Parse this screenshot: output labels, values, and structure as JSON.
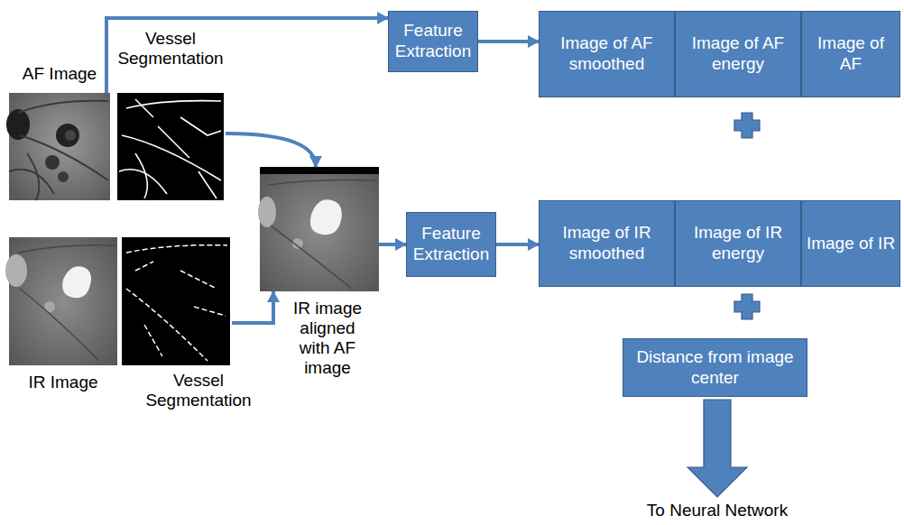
{
  "diagram": {
    "nodes": [
      {
        "text": [
          "AF Image"
        ]
      },
      {
        "text": [
          "Vessel Segmentation"
        ]
      },
      {
        "text": [
          "IR Image"
        ]
      },
      {
        "text": [
          "Vessel Segmentation"
        ]
      },
      {
        "text": [
          "IR image aligned with AF image"
        ]
      },
      {
        "text": [
          "Feature Extraction"
        ]
      },
      {
        "text": [
          "Feature Extraction"
        ]
      },
      {
        "text": [
          "Image of AF smoothed"
        ]
      },
      {
        "text": [
          "Image of AF energy"
        ]
      },
      {
        "text": [
          "Image of AF"
        ]
      },
      {
        "text": [
          "Image of IR smoothed"
        ]
      },
      {
        "text": [
          "Image of IR energy"
        ]
      },
      {
        "text": [
          "Image of IR"
        ]
      },
      {
        "text": [
          "Distance from image center"
        ]
      }
    ],
    "edges": [
      {
        "from": 0,
        "to": 5,
        "arrow": "to"
      },
      {
        "from": 1,
        "to": 4,
        "arrow": "to"
      },
      {
        "from": 3,
        "to": 4,
        "arrow": "to"
      },
      {
        "from": 4,
        "to": 6,
        "arrow": "to"
      },
      {
        "from": 5,
        "to": 7,
        "arrow": "to"
      },
      {
        "from": 6,
        "to": 10,
        "arrow": "to"
      }
    ],
    "labels": [
      "To Neural Network"
    ]
  }
}
